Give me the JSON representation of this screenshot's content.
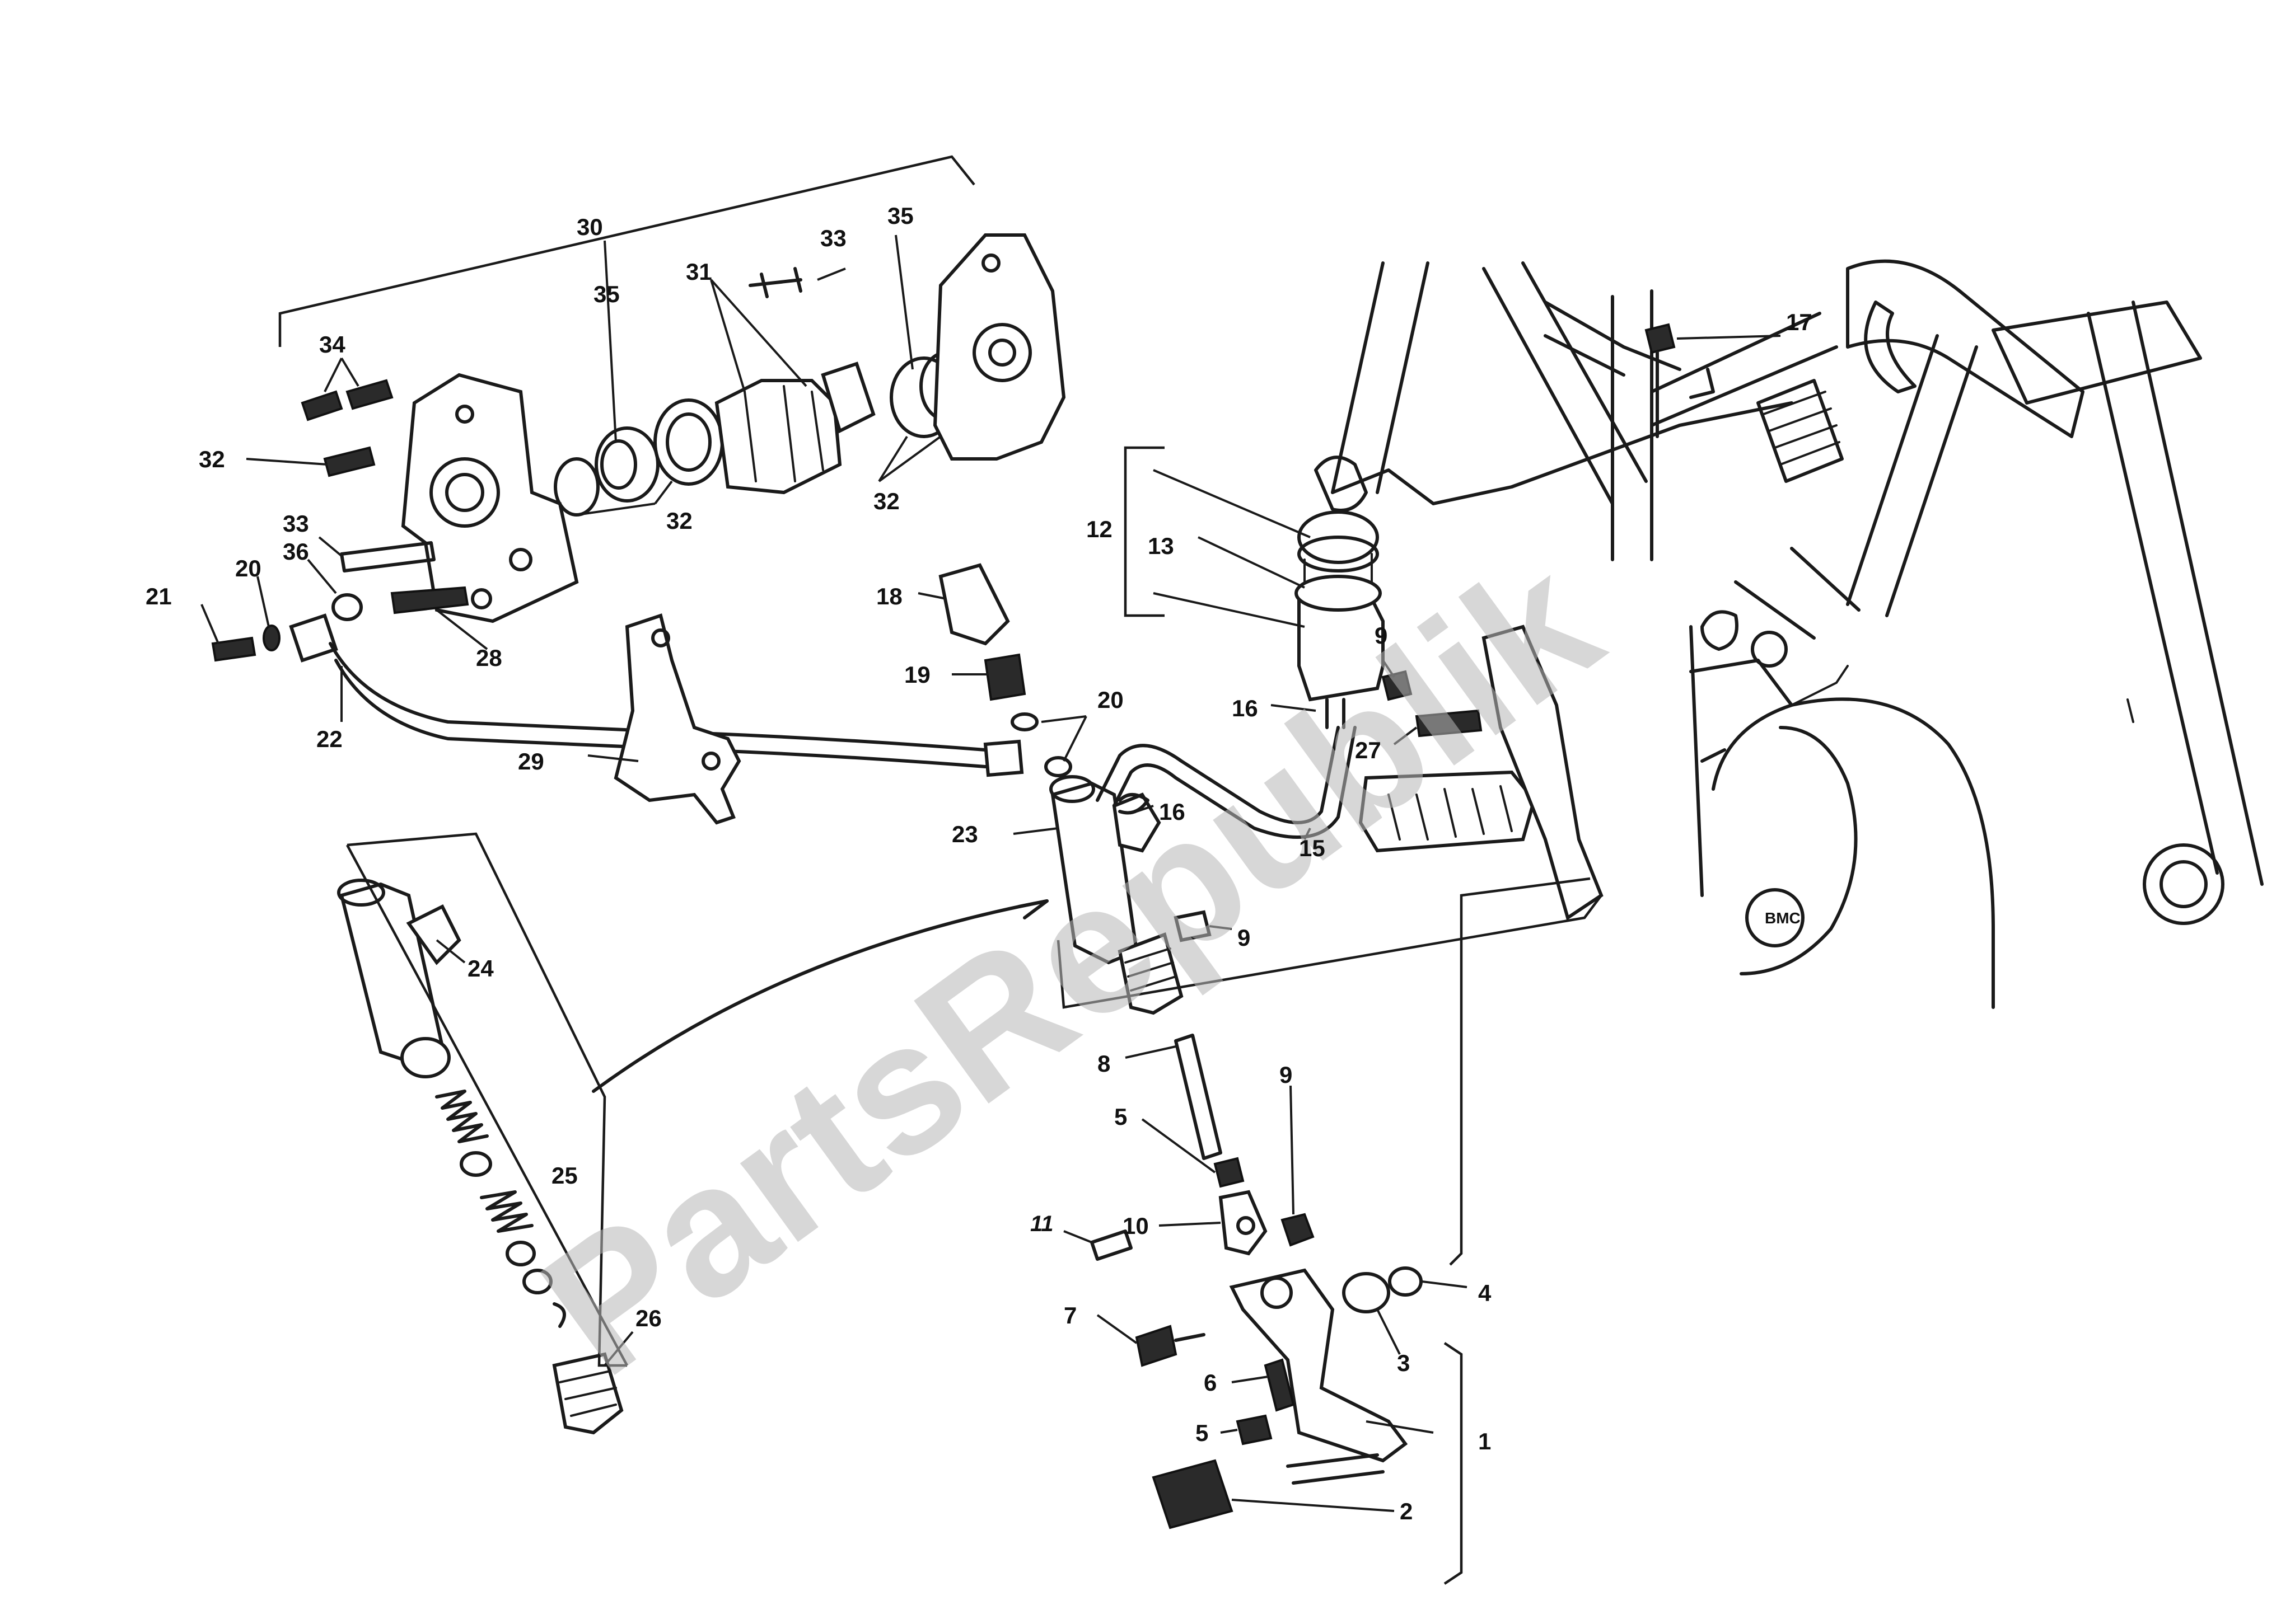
{
  "watermark": "PartsRepublik",
  "callouts": [
    {
      "id": "c30",
      "text": "30"
    },
    {
      "id": "c33a",
      "text": "33"
    },
    {
      "id": "c35a",
      "text": "35"
    },
    {
      "id": "c35b",
      "text": "35"
    },
    {
      "id": "c31",
      "text": "31"
    },
    {
      "id": "c34",
      "text": "34"
    },
    {
      "id": "c32a",
      "text": "32"
    },
    {
      "id": "c32b",
      "text": "32"
    },
    {
      "id": "c32c",
      "text": "32"
    },
    {
      "id": "c33b",
      "text": "33"
    },
    {
      "id": "c20a",
      "text": "20"
    },
    {
      "id": "c36",
      "text": "36"
    },
    {
      "id": "c21",
      "text": "21"
    },
    {
      "id": "c28",
      "text": "28"
    },
    {
      "id": "c22",
      "text": "22"
    },
    {
      "id": "c29",
      "text": "29"
    },
    {
      "id": "c18",
      "text": "18"
    },
    {
      "id": "c19",
      "text": "19"
    },
    {
      "id": "c20b",
      "text": "20"
    },
    {
      "id": "c17",
      "text": "17"
    },
    {
      "id": "c12",
      "text": "12"
    },
    {
      "id": "c13",
      "text": "13"
    },
    {
      "id": "c9a",
      "text": "9"
    },
    {
      "id": "c16a",
      "text": "16"
    },
    {
      "id": "c27",
      "text": "27"
    },
    {
      "id": "c16b",
      "text": "16"
    },
    {
      "id": "c15",
      "text": "15"
    },
    {
      "id": "c23",
      "text": "23"
    },
    {
      "id": "c9b",
      "text": "9"
    },
    {
      "id": "c24",
      "text": "24"
    },
    {
      "id": "c8",
      "text": "8"
    },
    {
      "id": "c9c",
      "text": "9"
    },
    {
      "id": "c5a",
      "text": "5"
    },
    {
      "id": "c10",
      "text": "10"
    },
    {
      "id": "c25",
      "text": "25"
    },
    {
      "id": "c11",
      "text": "11"
    },
    {
      "id": "c4",
      "text": "4"
    },
    {
      "id": "c7",
      "text": "7"
    },
    {
      "id": "c3",
      "text": "3"
    },
    {
      "id": "c26",
      "text": "26"
    },
    {
      "id": "c6",
      "text": "6"
    },
    {
      "id": "c5b",
      "text": "5"
    },
    {
      "id": "c1",
      "text": "1"
    },
    {
      "id": "c2",
      "text": "2"
    }
  ]
}
